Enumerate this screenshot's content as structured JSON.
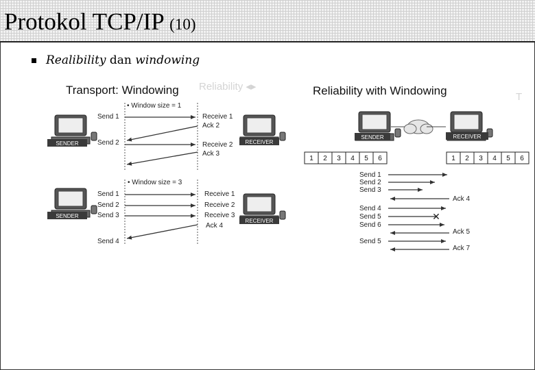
{
  "slide": {
    "title": "Protokol TCP/IP",
    "title_number": "(10)",
    "bullet": {
      "word1": "Realibility",
      "middle": " dan ",
      "word2": "windowing"
    }
  },
  "left_figure": {
    "title": "Transport: Windowing",
    "top": {
      "window_label": "• Window size = 1",
      "sender_label": "SENDER",
      "receiver_label": "RECEIVER",
      "sender_msgs": [
        "Send 1",
        "Send 2"
      ],
      "receiver_msgs": [
        "Receive 1",
        "Ack 2",
        "Receive 2",
        "Ack 3"
      ]
    },
    "bottom": {
      "window_label": "• Window size = 3",
      "sender_label": "SENDER",
      "receiver_label": "RECEIVER",
      "sender_msgs": [
        "Send 1",
        "Send 2",
        "Send 3",
        "Send 4"
      ],
      "receiver_msgs": [
        "Receive 1",
        "Receive 2",
        "Receive 3",
        "Ack 4"
      ]
    }
  },
  "right_figure": {
    "title": "Reliability with Windowing",
    "sender_label": "SENDER",
    "receiver_label": "RECEIVER",
    "sender_cells": [
      "1",
      "2",
      "3",
      "4",
      "5",
      "6"
    ],
    "receiver_cells": [
      "1",
      "2",
      "3",
      "4",
      "5",
      "6"
    ],
    "sender_msgs": [
      "Send 1",
      "Send 2",
      "Send 3",
      "Send 4",
      "Send 5",
      "Send 6",
      "Send 5"
    ],
    "acks": [
      "Ack 4",
      "Ack 5",
      "Ack 7"
    ],
    "lost_marker": "✕"
  },
  "colors": {
    "title_grid": "#cfcfcf",
    "computer": "#555555",
    "badge": "#3a3a3a"
  }
}
